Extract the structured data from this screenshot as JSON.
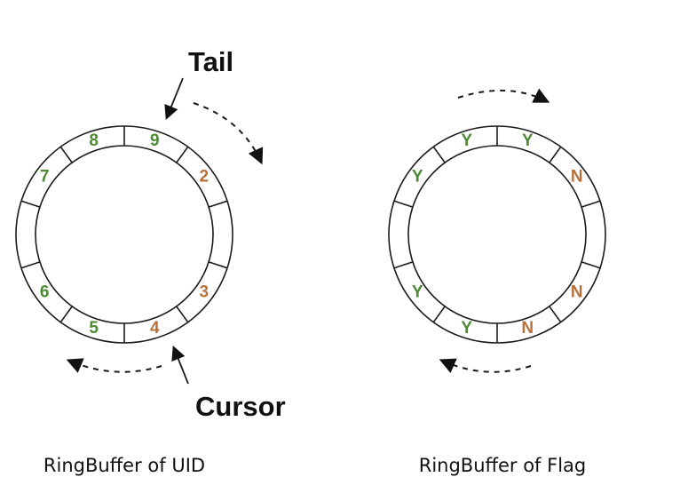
{
  "colors": {
    "filled": "#4e8a35",
    "empty": "#b8703a",
    "stroke": "#1a1a1a"
  },
  "uid_ring": {
    "caption": "RingBuffer of UID",
    "tail_label": "Tail",
    "cursor_label": "Cursor",
    "slots": [
      {
        "label": "9",
        "state": "filled"
      },
      {
        "label": "2",
        "state": "empty"
      },
      {
        "label": "",
        "state": "none"
      },
      {
        "label": "3",
        "state": "empty"
      },
      {
        "label": "4",
        "state": "empty"
      },
      {
        "label": "5",
        "state": "filled"
      },
      {
        "label": "6",
        "state": "filled"
      },
      {
        "label": "",
        "state": "none"
      },
      {
        "label": "7",
        "state": "filled"
      },
      {
        "label": "8",
        "state": "filled"
      }
    ]
  },
  "flag_ring": {
    "caption": "RingBuffer of Flag",
    "slots": [
      {
        "label": "Y",
        "state": "filled"
      },
      {
        "label": "N",
        "state": "empty"
      },
      {
        "label": "",
        "state": "none"
      },
      {
        "label": "N",
        "state": "empty"
      },
      {
        "label": "N",
        "state": "empty"
      },
      {
        "label": "Y",
        "state": "filled"
      },
      {
        "label": "Y",
        "state": "filled"
      },
      {
        "label": "",
        "state": "none"
      },
      {
        "label": "Y",
        "state": "filled"
      },
      {
        "label": "Y",
        "state": "filled"
      }
    ]
  }
}
